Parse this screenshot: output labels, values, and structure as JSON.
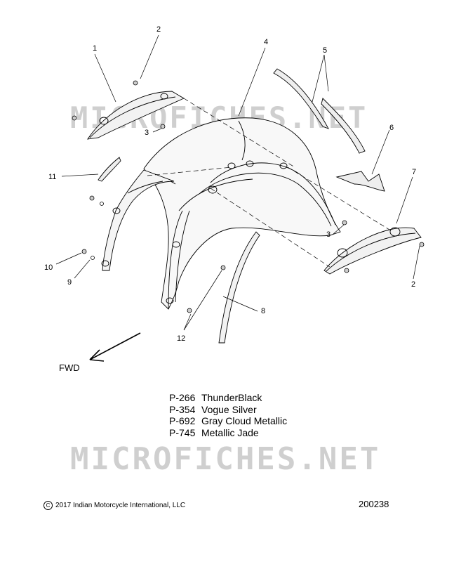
{
  "callouts": {
    "c1": "1",
    "c2a": "2",
    "c2b": "2",
    "c3a": "3",
    "c3b": "3",
    "c4": "4",
    "c5": "5",
    "c6": "6",
    "c7": "7",
    "c8": "8",
    "c9": "9",
    "c10": "10",
    "c11": "11",
    "c12": "12"
  },
  "direction_label": "FWD",
  "watermark": "MICROFICHES.NET",
  "colors": [
    {
      "code": "P-266",
      "name": "ThunderBlack"
    },
    {
      "code": "P-354",
      "name": "Vogue Silver"
    },
    {
      "code": "P-692",
      "name": "Gray Cloud Metallic"
    },
    {
      "code": "P-745",
      "name": "Metallic Jade"
    }
  ],
  "copyright": "2017 Indian Motorcycle International, LLC",
  "copyright_symbol": "C",
  "document_number": "200238"
}
